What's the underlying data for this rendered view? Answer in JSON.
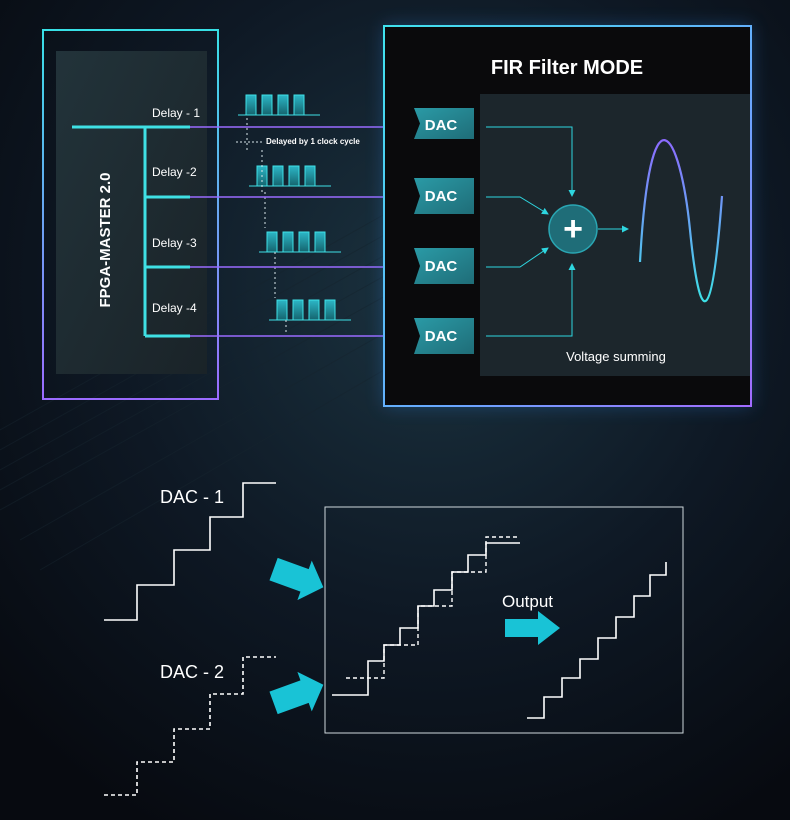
{
  "fpga": {
    "title": "FPGA-MASTER 2.0"
  },
  "delays": [
    "Delay - 1",
    "Delay -2",
    "Delay -3",
    "Delay -4"
  ],
  "clock_note": "Delayed by 1 clock cycle",
  "fir": {
    "title": "FIR Filter MODE",
    "dac_label": "DAC",
    "sum_symbol": "+",
    "sum_caption": "Voltage summing"
  },
  "bottom": {
    "dac1_label": "DAC - 1",
    "dac2_label": "DAC - 2",
    "output_label": "Output"
  },
  "colors": {
    "background": "#0b1019",
    "cyan": "#2ed6e0",
    "violet": "#9a6bff",
    "teal_block": "#2a8f9a",
    "arrow": "#19c3d6",
    "panel": "#0a0a0c"
  }
}
